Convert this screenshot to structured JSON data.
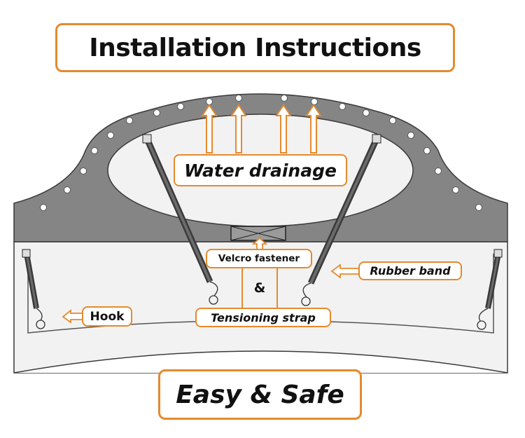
{
  "title": "Installation Instructions",
  "footer": "Easy & Safe",
  "labels": {
    "water_drainage": "Water drainage",
    "velcro_fastener": "Velcro fastener",
    "ampersand": "&",
    "tensioning_strap": "Tensioning strap",
    "rubber_band": "Rubber band",
    "hook": "Hook"
  },
  "colors": {
    "accent": "#e48a2e",
    "cover_dark": "#858585",
    "cover_light": "#f2f2f2",
    "outline": "#3a3a3a",
    "drain_hole": "#ffffff"
  }
}
